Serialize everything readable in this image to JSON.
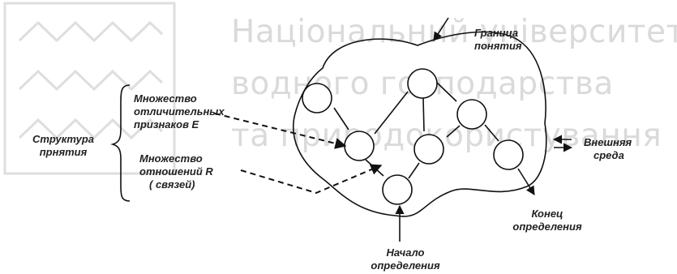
{
  "watermark": {
    "line1": "Національний університет",
    "line2": "водного господарства",
    "line3": "та природокористування"
  },
  "labels": {
    "structure": [
      "Структура",
      "прнятия"
    ],
    "set_features": [
      "Множество",
      "отличительных",
      "признаков Е"
    ],
    "set_relations": [
      "Множество",
      "отношений R",
      "( связей)"
    ],
    "boundary": [
      "Граница",
      "понятия"
    ],
    "environment": [
      "Внешняя",
      "среда"
    ],
    "end_def": [
      "Конец",
      "определения"
    ],
    "start_def": [
      "Начало",
      "определения"
    ]
  },
  "colors": {
    "ink": "#111111",
    "watermark": "#dadada"
  }
}
